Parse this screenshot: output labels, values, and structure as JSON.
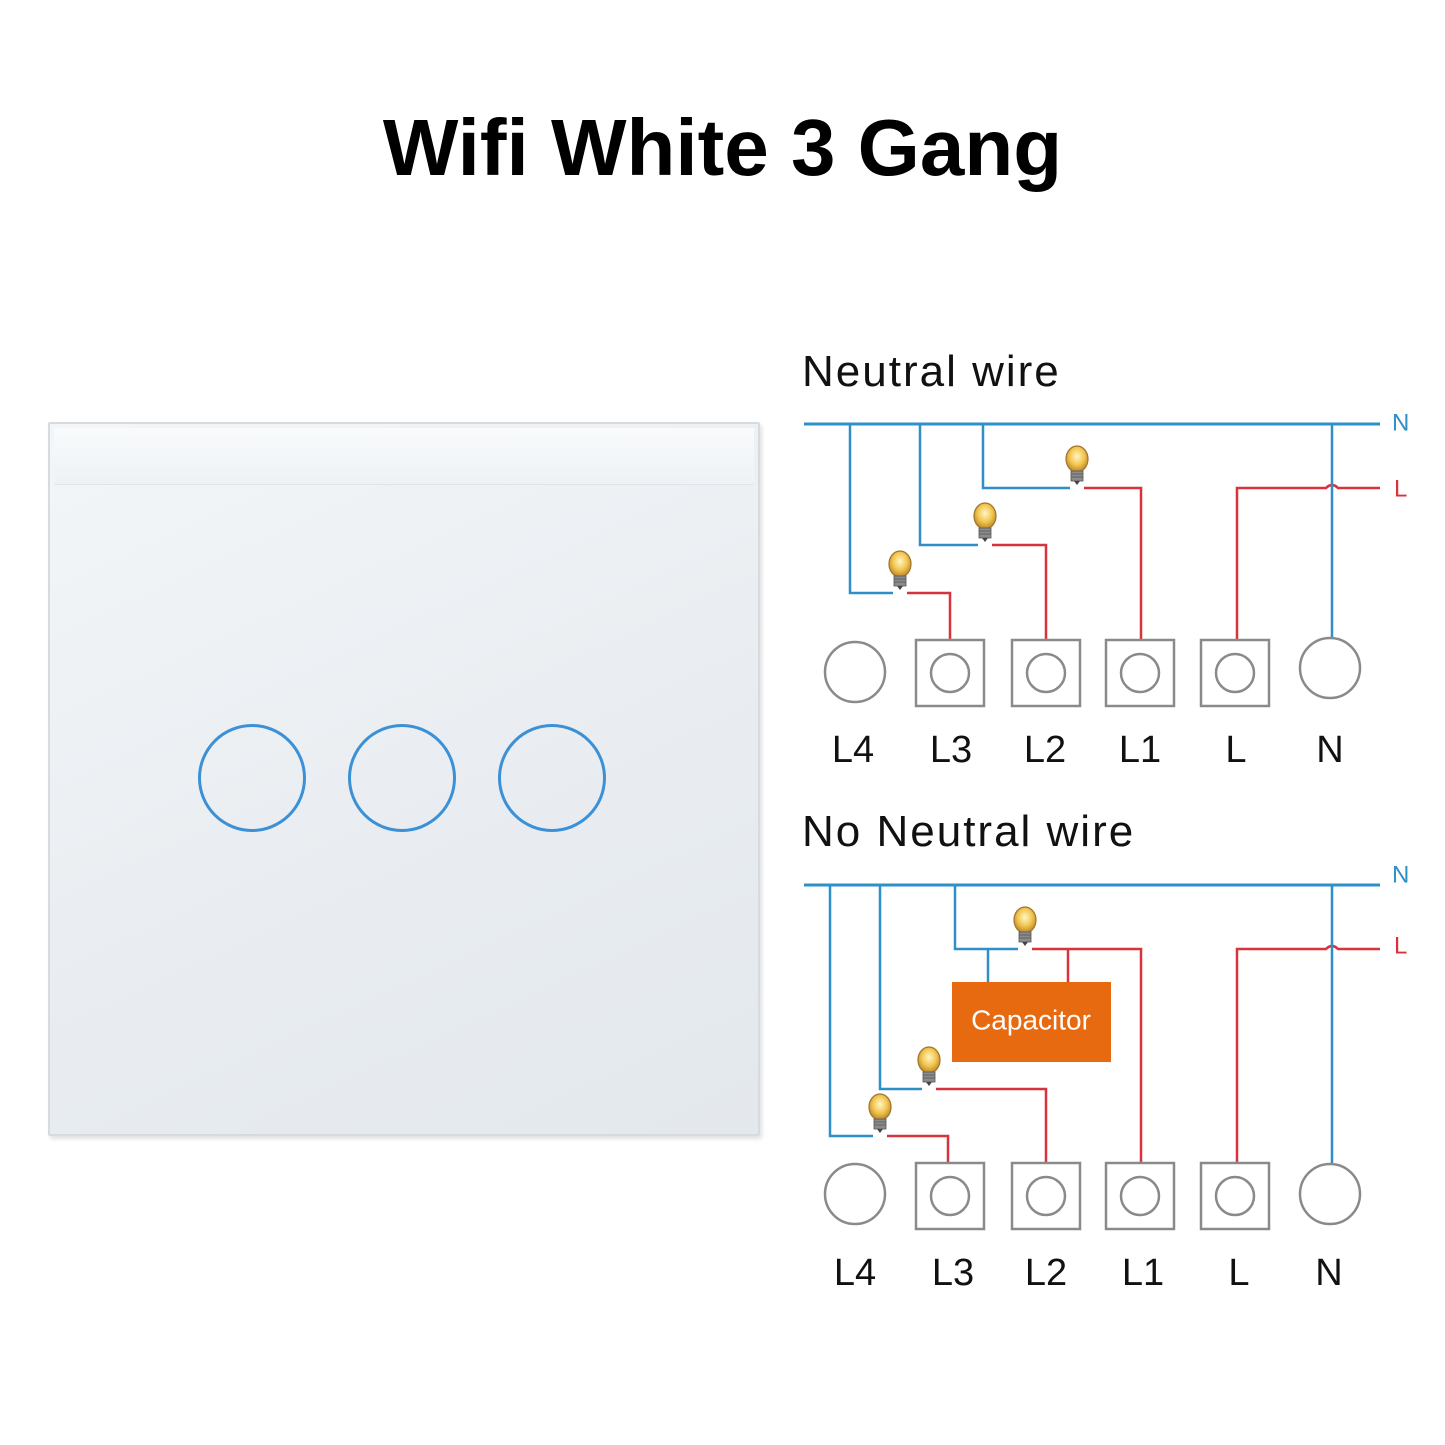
{
  "title": "Wifi White 3 Gang",
  "product": {
    "name": "touch switch panel",
    "buttons": [
      "touch-button-1",
      "touch-button-2",
      "touch-button-3"
    ],
    "button_color": "#3b90d6"
  },
  "colors": {
    "neutral_wire": "#2e8fc9",
    "live_wire": "#d8323c",
    "terminal": "#8a8a8a",
    "capacitor_fill": "#e86a10",
    "capacitor_text": "#ffffff"
  },
  "icons": {
    "bulb": "light-bulb-icon"
  },
  "diagrams": [
    {
      "id": "neutral",
      "heading": "Neutral wire",
      "bus_labels": {
        "neutral": "N",
        "live": "L"
      },
      "terminals": [
        "L4",
        "L3",
        "L2",
        "L1",
        "L",
        "N"
      ]
    },
    {
      "id": "no-neutral",
      "heading": "No Neutral wire",
      "bus_labels": {
        "neutral": "N",
        "live": "L"
      },
      "terminals": [
        "L4",
        "L3",
        "L2",
        "L1",
        "L",
        "N"
      ],
      "component_label": "Capacitor"
    }
  ]
}
